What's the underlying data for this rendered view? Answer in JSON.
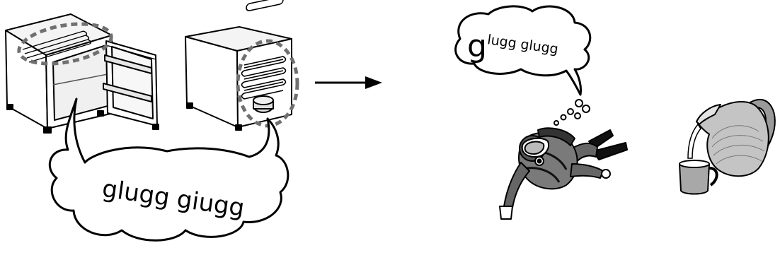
{
  "left_bubble": {
    "text": "glugg giugg"
  },
  "right_bubble": {
    "first_letter": "g",
    "rest_text": "lugg glugg"
  },
  "colors": {
    "outline": "#000000",
    "dashed_highlight": "#707070",
    "background": "#ffffff",
    "shade_light": "#dcdcdc",
    "shade_mid": "#9a9a9a",
    "shade_dark": "#3a3a3a"
  },
  "icons": [
    "fridge-open-icon",
    "fridge-back-icon",
    "arrow-right-icon",
    "scuba-diver-icon",
    "milk-pitcher-icon",
    "mug-icon",
    "bubbles-icon"
  ]
}
